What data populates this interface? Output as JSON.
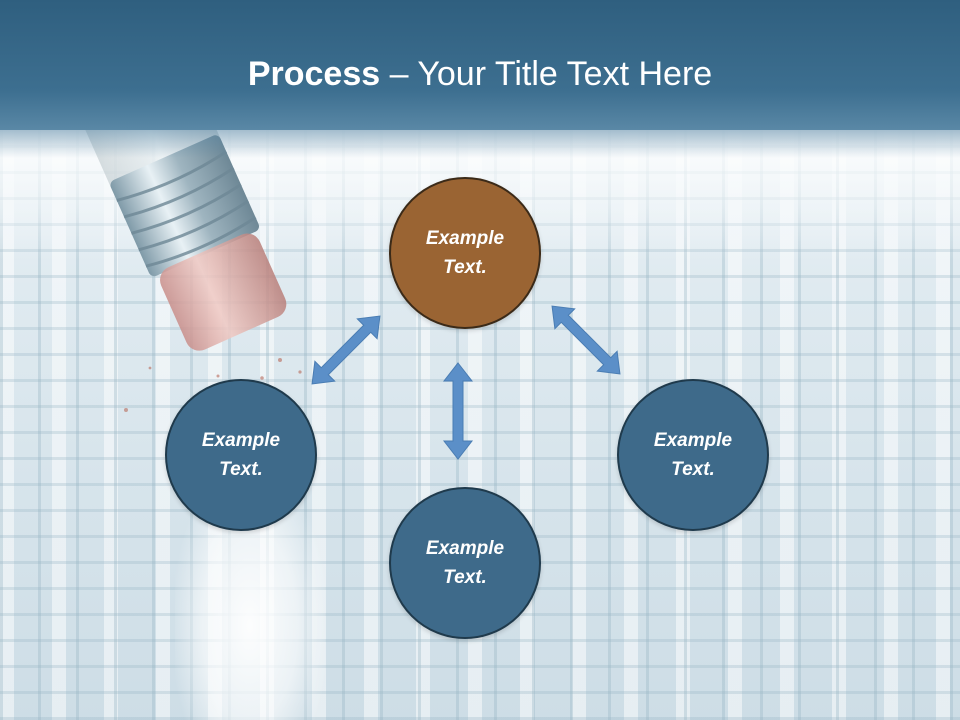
{
  "slide": {
    "title_bold": "Process",
    "title_rest": " – Your Title Text Here"
  },
  "nodes": {
    "top": {
      "line1": "Example",
      "line2": "Text."
    },
    "left": {
      "line1": "Example",
      "line2": "Text."
    },
    "bottom": {
      "line1": "Example",
      "line2": "Text."
    },
    "right": {
      "line1": "Example",
      "line2": "Text."
    }
  },
  "colors": {
    "title_bar": "#3d6f90",
    "node_blue": "#3e6a8a",
    "node_brown": "#9a6433",
    "arrow": "#5b8fc8"
  },
  "icons": [
    "double-arrow-icon",
    "pencil-eraser-illustration"
  ]
}
